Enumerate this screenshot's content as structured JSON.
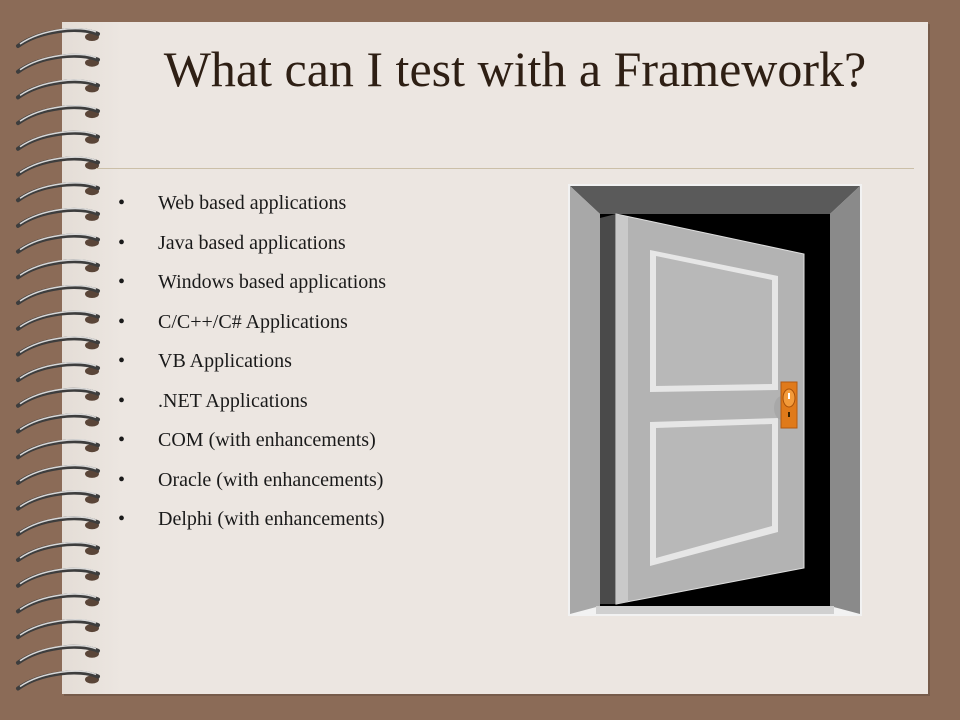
{
  "slide": {
    "title": "What can I test with a Framework?",
    "bullet_glyph": "•",
    "items": [
      "Web based applications",
      "Java based applications",
      "Windows based applications",
      "C/C++/C# Applications",
      "VB Applications",
      ".NET Applications",
      "COM (with enhancements)",
      "Oracle (with enhancements)",
      "Delphi (with enhancements)"
    ]
  },
  "colors": {
    "background": "#8b6b57",
    "paper": "#ece6e1",
    "title": "#2e1f14",
    "door": "#b8b8b8",
    "frame": "#9e9e9e",
    "knob": "#e07a1a"
  },
  "image": {
    "subject": "open-door-illustration"
  }
}
